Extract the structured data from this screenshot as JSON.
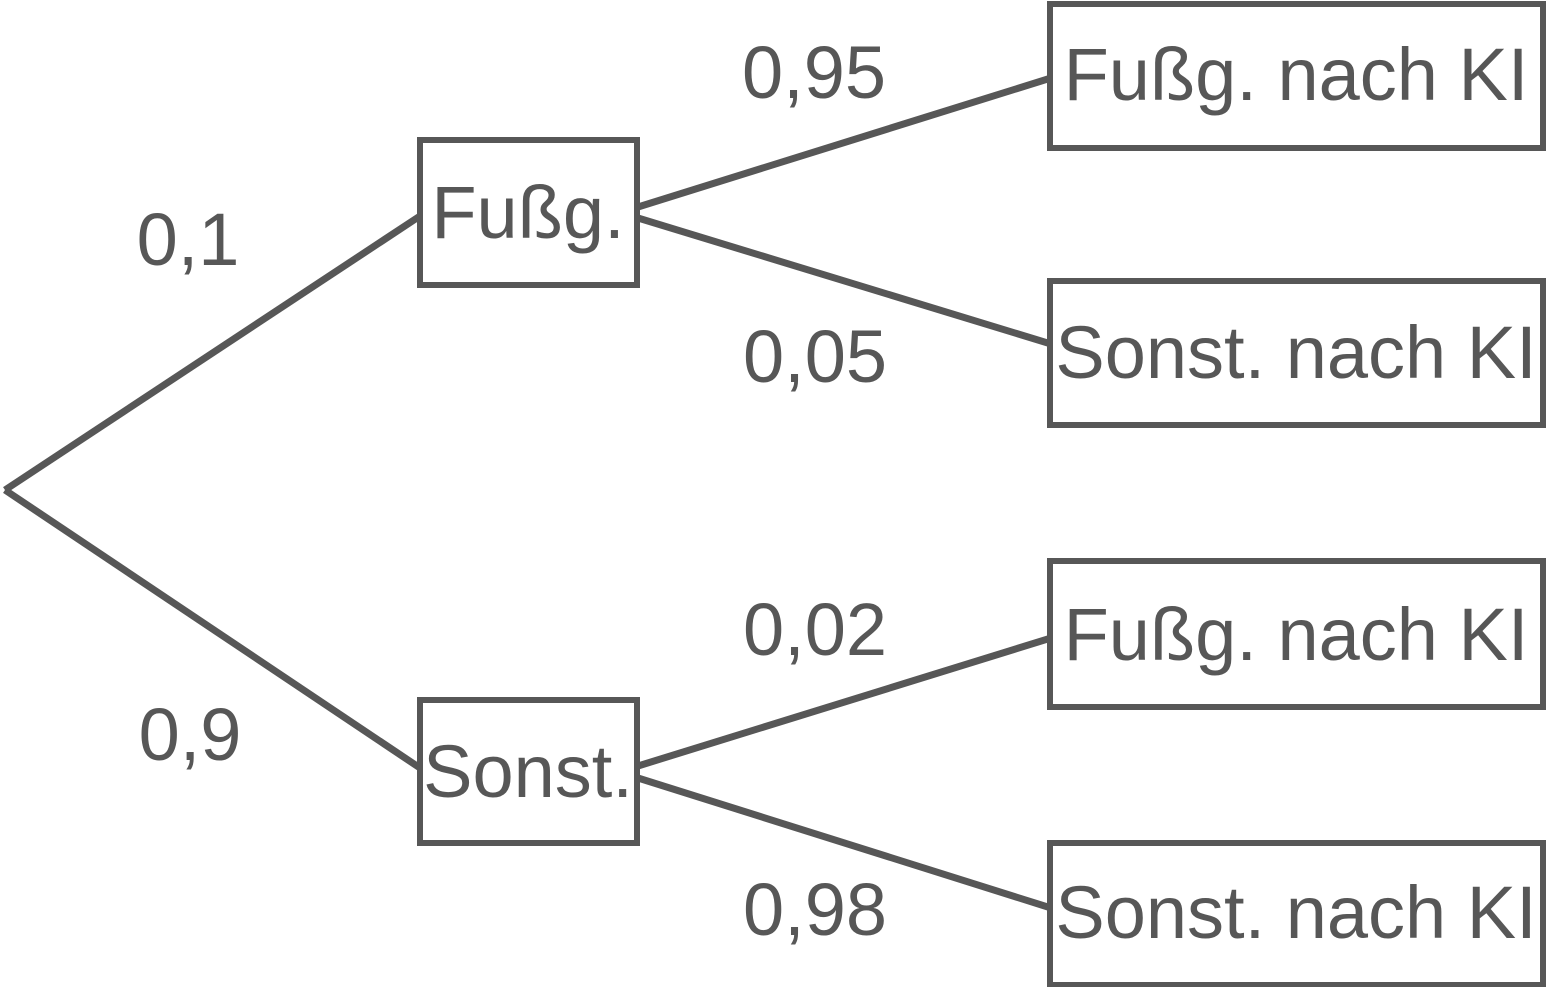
{
  "diagram": {
    "type": "probability-tree",
    "stroke_color": "#575757",
    "background_color": "#ffffff",
    "branches": [
      {
        "probability": "0,1",
        "label": "Fußg.",
        "children": [
          {
            "probability": "0,95",
            "label": "Fußg. nach KI"
          },
          {
            "probability": "0,05",
            "label": "Sonst. nach KI"
          }
        ]
      },
      {
        "probability": "0,9",
        "label": "Sonst.",
        "children": [
          {
            "probability": "0,02",
            "label": "Fußg. nach KI"
          },
          {
            "probability": "0,98",
            "label": "Sonst. nach KI"
          }
        ]
      }
    ]
  }
}
